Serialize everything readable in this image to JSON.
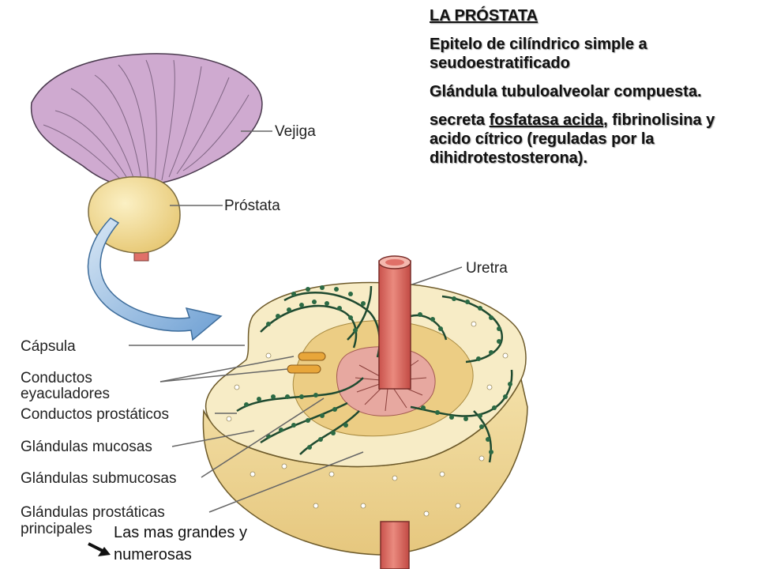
{
  "info": {
    "title": "LA PRÓSTATA",
    "line1": "Epitelo de cilíndrico simple a seudoestratificado",
    "line2": "Glándula tubuloalveolar compuesta.",
    "line3_pre": "secreta ",
    "line3_link": "fosfatasa acida",
    "line3_post": ", fibrinolisina y acido cítrico (reguladas por la dihidrotestosterona)."
  },
  "labels": {
    "vejiga": "Vejiga",
    "prostata": "Próstata",
    "uretra": "Uretra",
    "capsula": "Cápsula",
    "conductos_1": "Conductos",
    "conductos_2": "eyaculadores",
    "prostaticos": "Conductos prostáticos",
    "mucosas": "Glándulas mucosas",
    "submucosas": "Glándulas submucosas",
    "principales_1": "Glándulas prostáticas",
    "principales_2": "principales"
  },
  "note": "Las mas grandes y numerosas",
  "colors": {
    "bladder": "#cfaad0",
    "prostate": "#f1dc94",
    "urethra": "#e07068",
    "arrow": "#8fb6de",
    "capsule": "#f7ecc6",
    "gland_vine": "#1f4a30"
  }
}
